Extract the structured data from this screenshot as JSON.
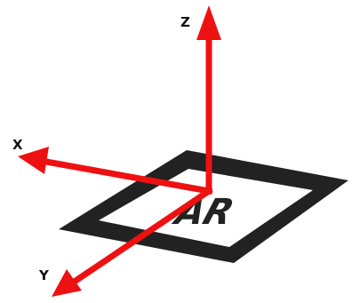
{
  "axes": {
    "x_label": "X",
    "y_label": "Y",
    "z_label": "Z"
  },
  "marker": {
    "text": "AR"
  },
  "colors": {
    "axis": "#ee1111",
    "marker_border": "#222222",
    "marker_inner": "#ffffff",
    "label": "#111111"
  }
}
